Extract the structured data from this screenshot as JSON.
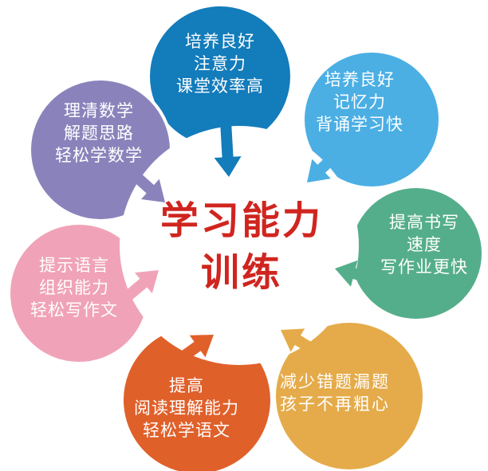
{
  "diagram": {
    "center": {
      "title_lines": [
        "学习能力",
        "训练"
      ],
      "title_color": "#d0251f",
      "background_color": "#ffffff"
    },
    "petals": [
      {
        "id": "attention",
        "color": "#137cbb",
        "lines": [
          "培养良好",
          "注意力",
          "课堂效率高"
        ]
      },
      {
        "id": "memory",
        "color": "#4bafe4",
        "lines": [
          "培养良好",
          "记忆力",
          "背诵学习快"
        ]
      },
      {
        "id": "writing-speed",
        "color": "#55ae8b",
        "lines": [
          "提高书写",
          "速度",
          "写作业更快"
        ]
      },
      {
        "id": "carefulness",
        "color": "#e5ab4a",
        "lines": [
          "减少错题漏题",
          "孩子不再粗心"
        ]
      },
      {
        "id": "reading",
        "color": "#e0602a",
        "lines": [
          "提高",
          "阅读理解能力",
          "轻松学语文"
        ]
      },
      {
        "id": "language",
        "color": "#f0a3b8",
        "lines": [
          "提示语言",
          "组织能力",
          "轻松写作文"
        ]
      },
      {
        "id": "math",
        "color": "#8a83bb",
        "lines": [
          "理清数学",
          "解题思路",
          "轻松学数学"
        ]
      }
    ]
  }
}
